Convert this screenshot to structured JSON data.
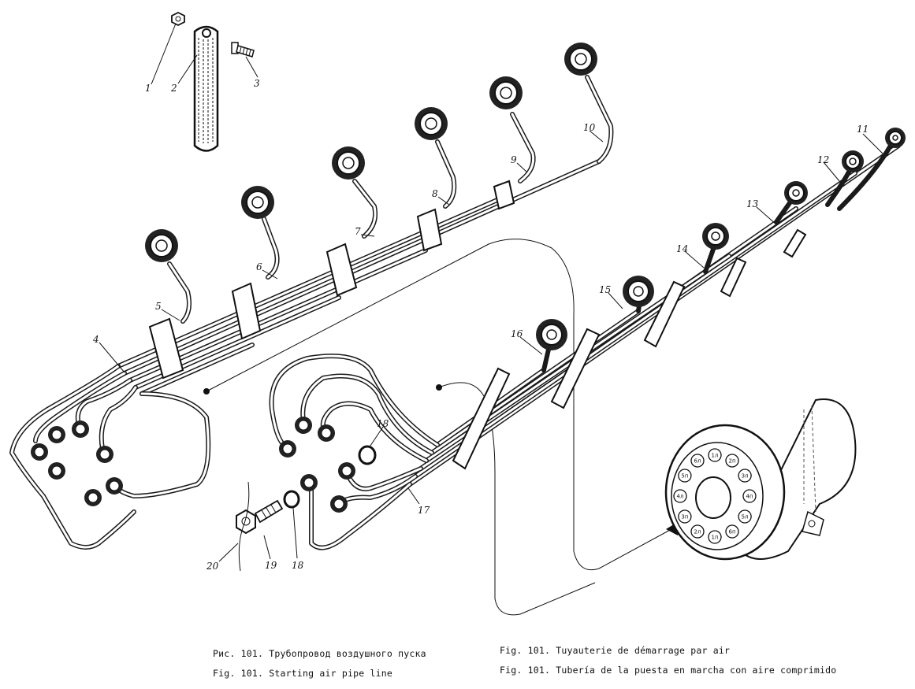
{
  "captions": {
    "ru": "Рис. 101. Трубопровод воздушного пуска",
    "en": "Fig. 101. Starting air pipe line",
    "fr": "Fig. 101. Tuyauterie de démarrage par air",
    "es": "Fig. 101. Tubería de la puesta en marcha con aire comprimido"
  },
  "callouts": [
    "1",
    "2",
    "3",
    "4",
    "5",
    "6",
    "7",
    "8",
    "9",
    "10",
    "11",
    "12",
    "13",
    "14",
    "15",
    "16",
    "17",
    "18",
    "18",
    "19",
    "20"
  ],
  "distributor_labels": [
    "1л",
    "2п",
    "3л",
    "4п",
    "5л",
    "6п",
    "1п",
    "2л",
    "3п",
    "4л",
    "5п",
    "6л"
  ]
}
